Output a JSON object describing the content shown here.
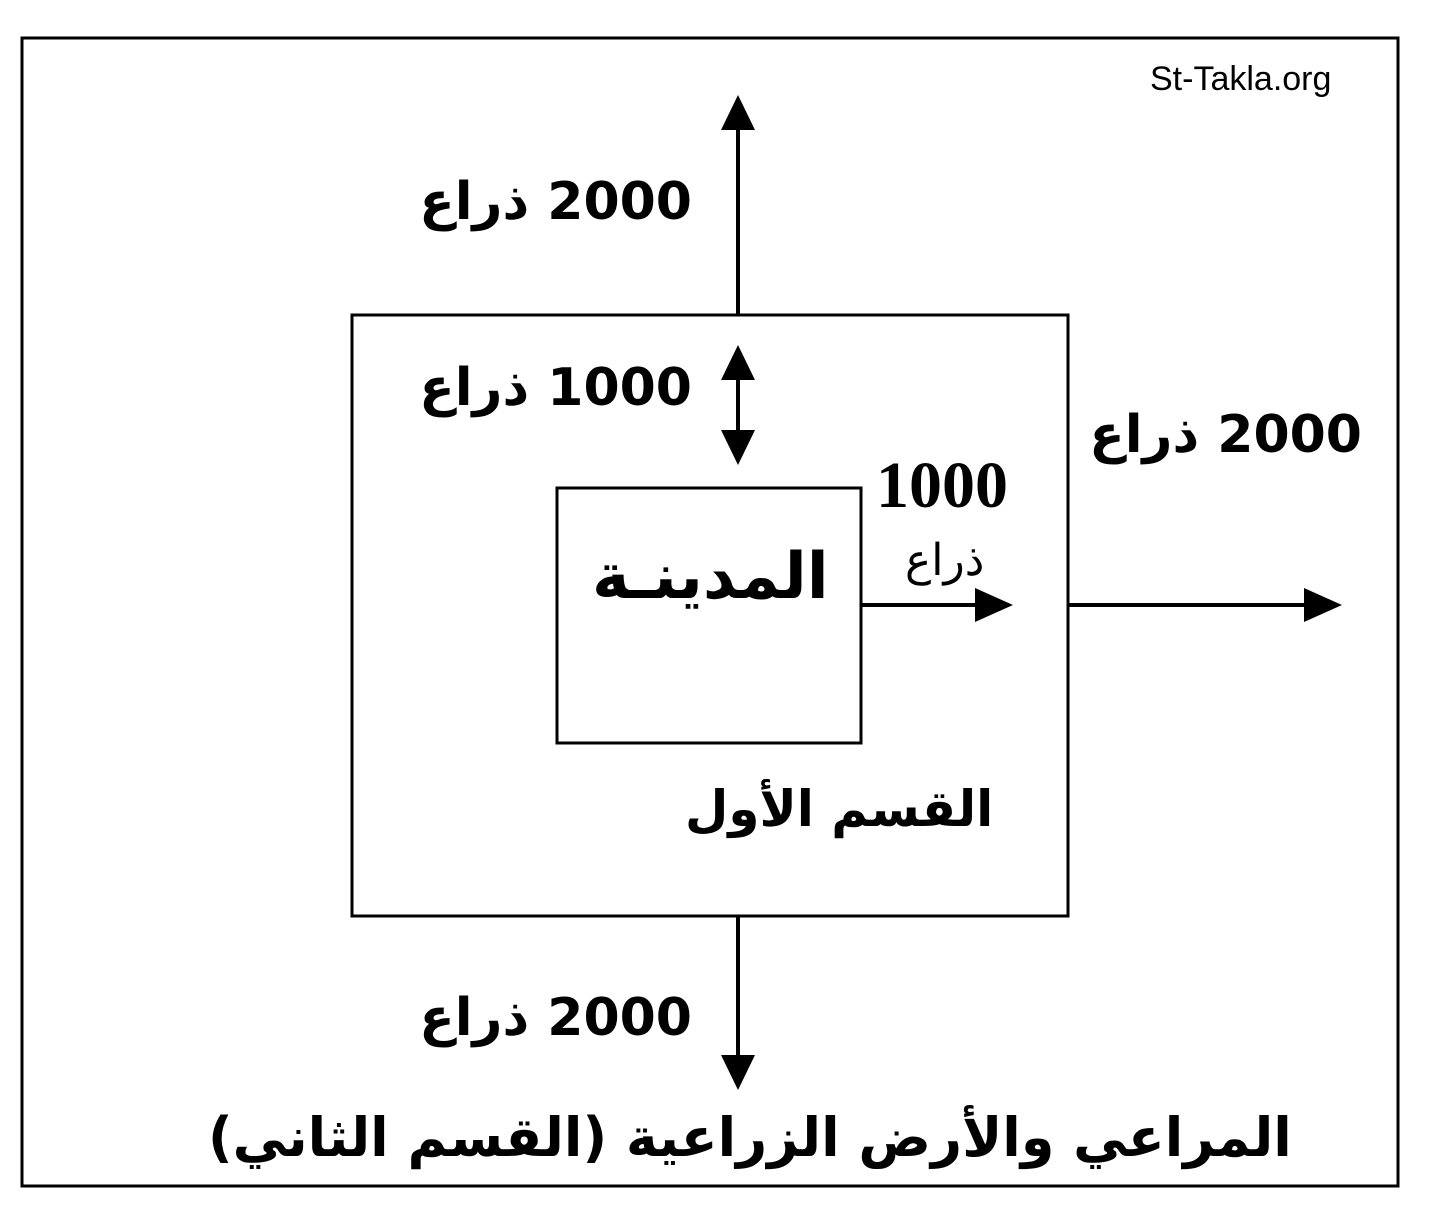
{
  "watermark": "St-Takla.org",
  "labels": {
    "north": "2000 ذراع",
    "inner_gap": "1000 ذراع",
    "east": "2000 ذراع",
    "city_east_number": "1000",
    "city_east_unit": "ذراع",
    "south": "2000 ذراع"
  },
  "city": "المدينـة",
  "first_section": "القسم الأول",
  "second_section": "المراعي والأرض الزراعية (القسم الثاني)"
}
